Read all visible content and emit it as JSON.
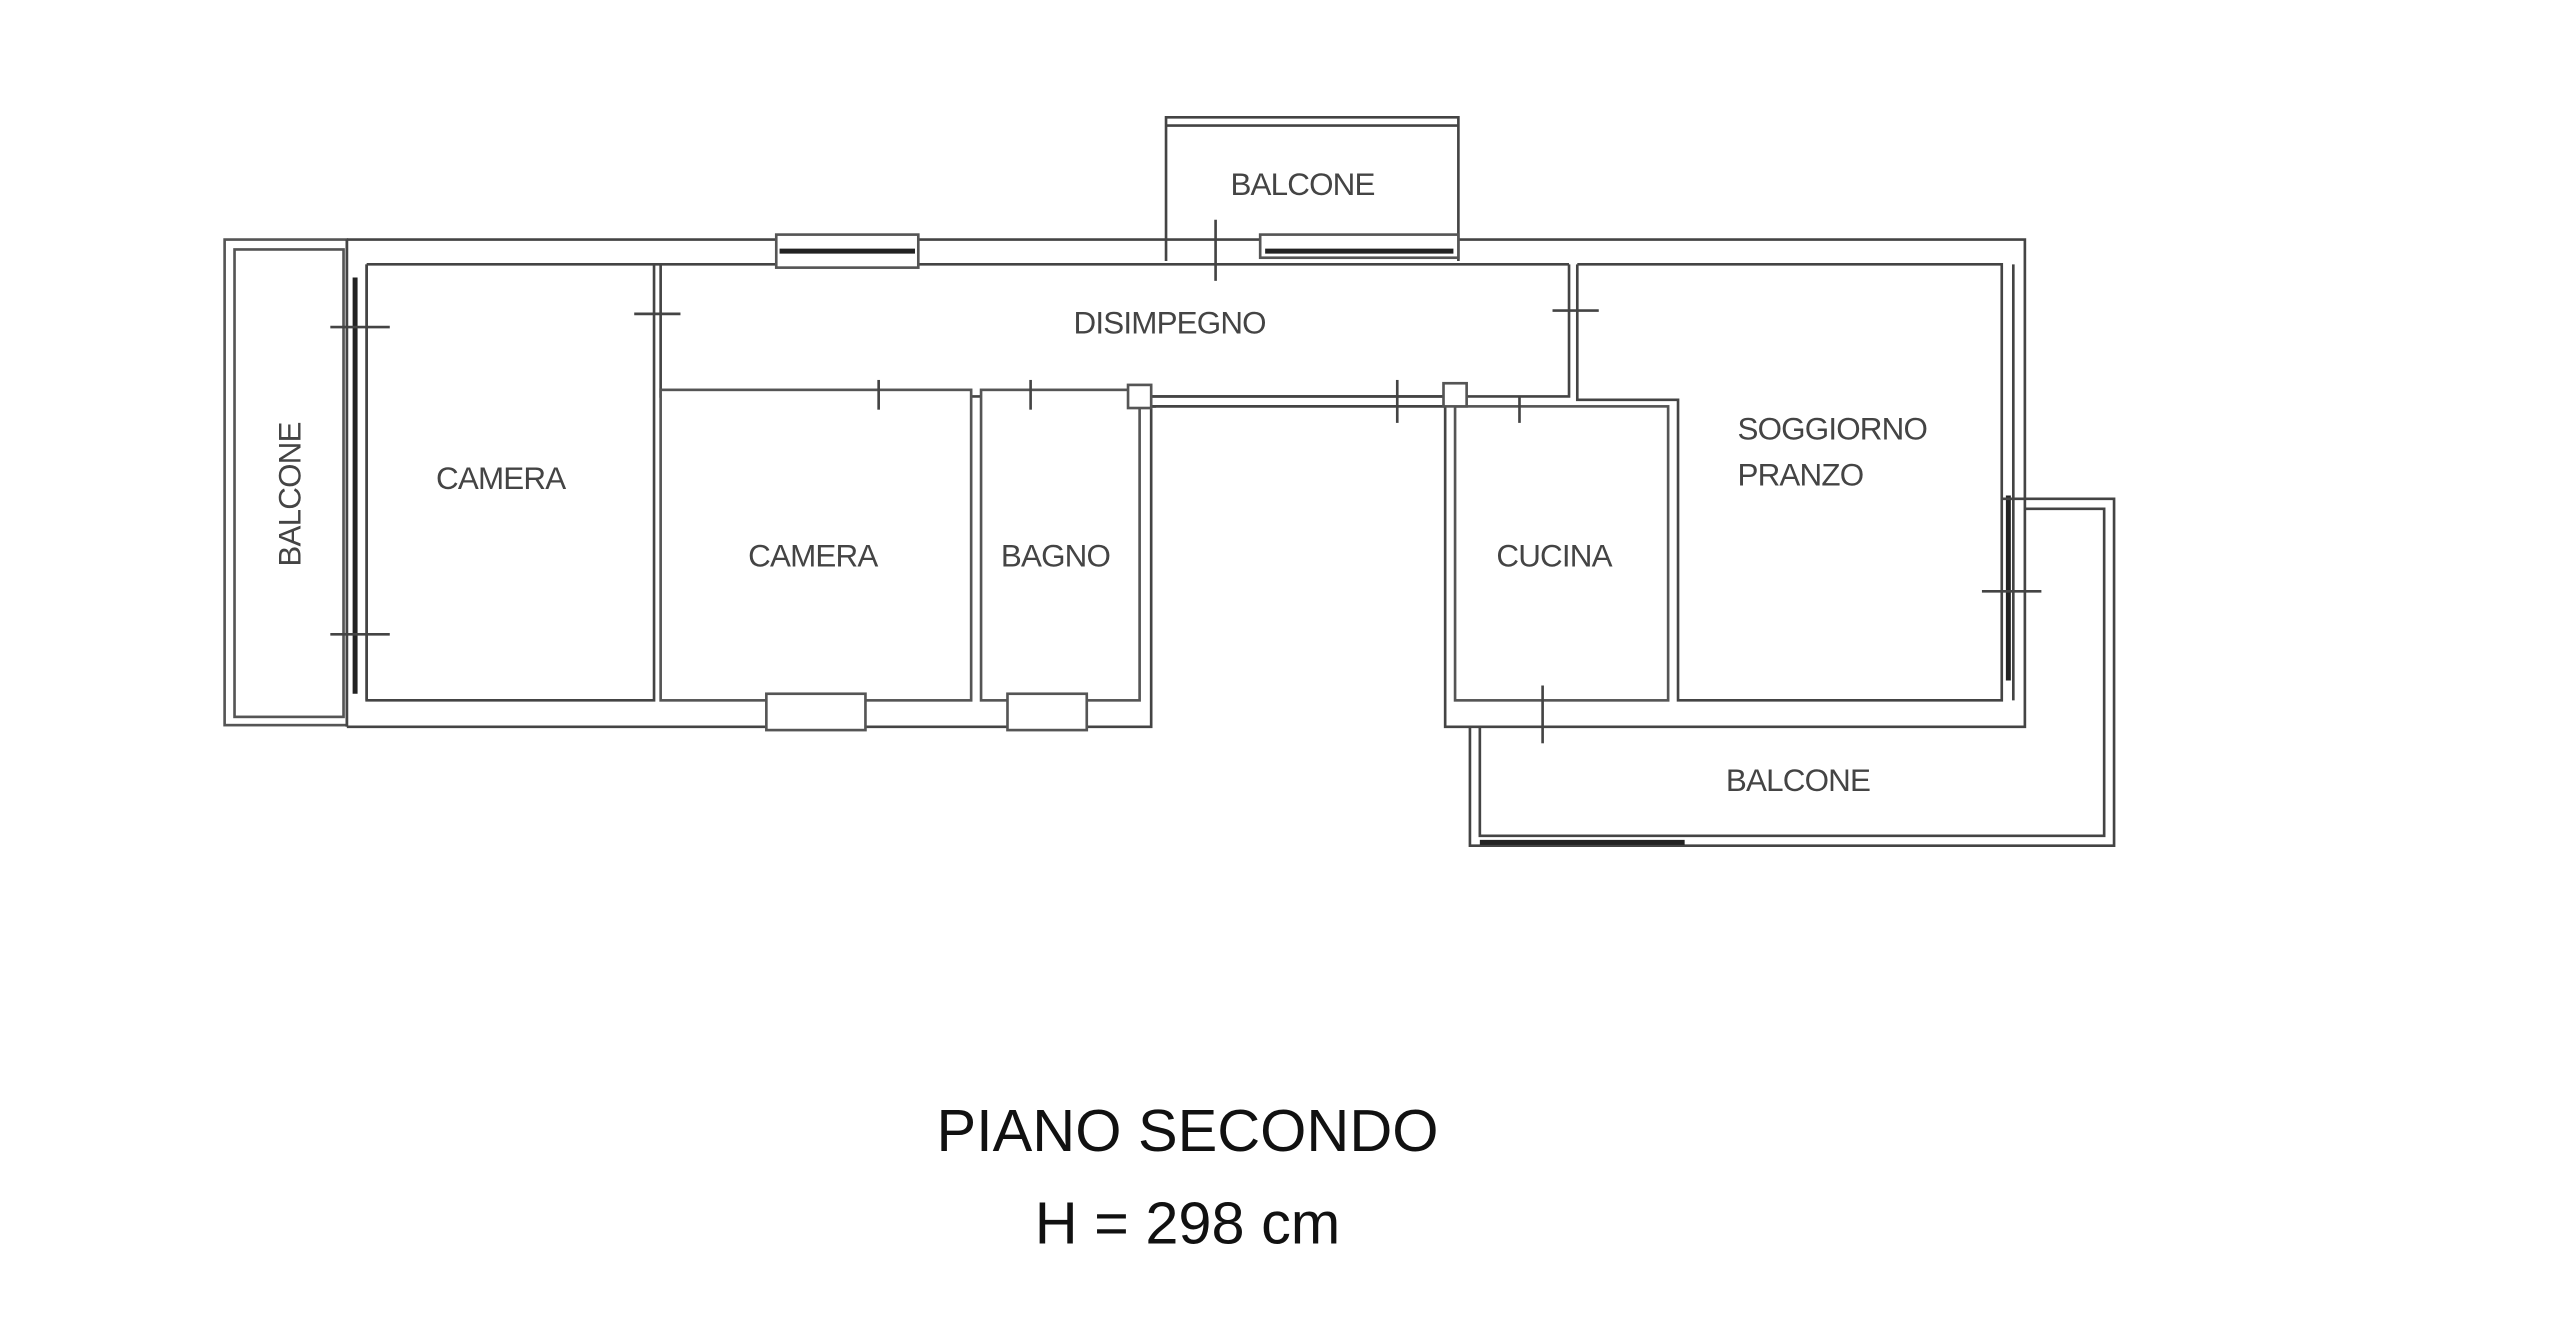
{
  "rooms": {
    "balcone_top": "BALCONE",
    "disimpegno": "DISIMPEGNO",
    "balcone_left": "BALCONE",
    "camera_1": "CAMERA",
    "camera_2": "CAMERA",
    "bagno": "BAGNO",
    "cucina": "CUCINA",
    "soggiorno_1": "SOGGIORNO",
    "soggiorno_2": "PRANZO",
    "balcone_bottom": "BALCONE"
  },
  "caption": {
    "floor": "PIANO SECONDO",
    "height": "H = 298 cm"
  }
}
